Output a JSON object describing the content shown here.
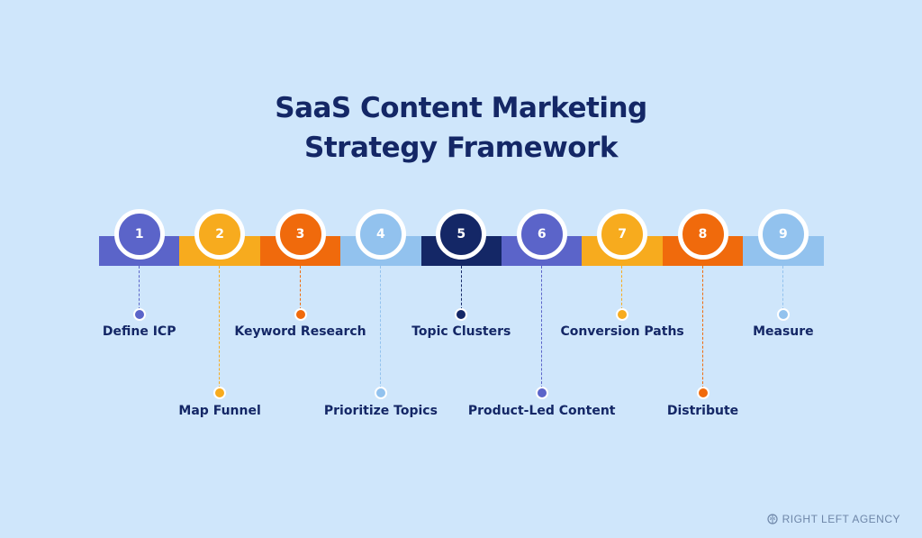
{
  "title": {
    "line1": "SaaS Content Marketing",
    "line2": "Strategy Framework"
  },
  "steps": [
    {
      "number": "1",
      "label": "Define ICP",
      "color": "#5b64c9",
      "label_row": "upper"
    },
    {
      "number": "2",
      "label": "Map Funnel",
      "color": "#f7ab1e",
      "label_row": "lower"
    },
    {
      "number": "3",
      "label": "Keyword Research",
      "color": "#f06a0c",
      "label_row": "upper"
    },
    {
      "number": "4",
      "label": "Prioritize Topics",
      "color": "#92c2ee",
      "label_row": "lower"
    },
    {
      "number": "5",
      "label": "Topic Clusters",
      "color": "#142766",
      "label_row": "upper"
    },
    {
      "number": "6",
      "label": "Product-Led Content",
      "color": "#5b64c9",
      "label_row": "lower"
    },
    {
      "number": "7",
      "label": "Conversion Paths",
      "color": "#f7ab1e",
      "label_row": "upper"
    },
    {
      "number": "8",
      "label": "Distribute",
      "color": "#f06a0c",
      "label_row": "lower"
    },
    {
      "number": "9",
      "label": "Measure",
      "color": "#92c2ee",
      "label_row": "upper"
    }
  ],
  "footer": {
    "brand": "RIGHT LEFT AGENCY",
    "icon": "brain-icon"
  }
}
